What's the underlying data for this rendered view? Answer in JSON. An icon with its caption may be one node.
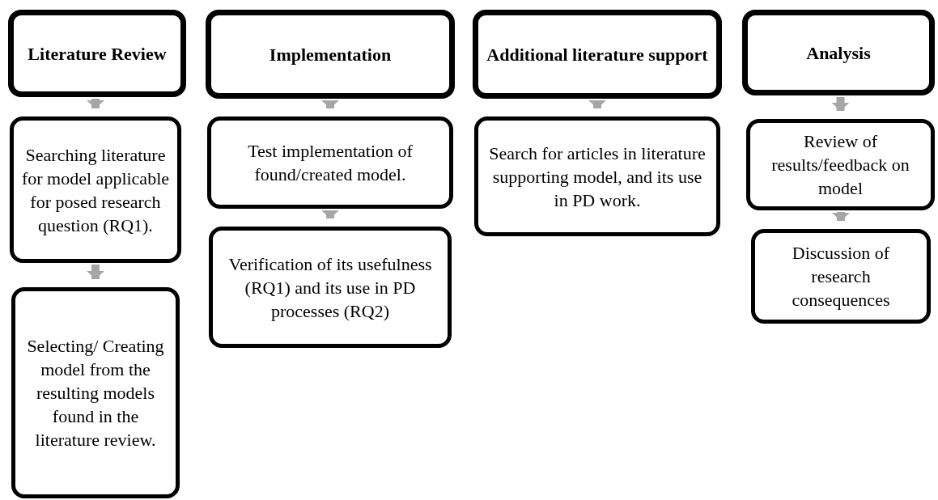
{
  "diagram": {
    "nodes": [
      {
        "text": [
          "Literature Review"
        ]
      },
      {
        "text": [
          "Searching literature for model applicable for posed research question (RQ1)."
        ]
      },
      {
        "text": [
          "Selecting/ Creating model from the resulting models found in the literature review."
        ]
      },
      {
        "text": [
          "Implementation"
        ]
      },
      {
        "text": [
          "Test implementation of found/created model."
        ]
      },
      {
        "text": [
          "Verification of its usefulness (RQ1) and its use in PD processes (RQ2)"
        ]
      },
      {
        "text": [
          "Additional literature support"
        ]
      },
      {
        "text": [
          "Search for articles in literature supporting model, and its use in PD work."
        ]
      },
      {
        "text": [
          "Analysis"
        ]
      },
      {
        "text": [
          "Review of results/feedback on model"
        ]
      },
      {
        "text": [
          "Discussion of research consequences"
        ]
      }
    ],
    "edges": [
      {
        "from": 0,
        "to": 1,
        "arrow": "to"
      },
      {
        "from": 1,
        "to": 2,
        "arrow": "to"
      },
      {
        "from": 3,
        "to": 4,
        "arrow": "to"
      },
      {
        "from": 4,
        "to": 5,
        "arrow": "to"
      },
      {
        "from": 6,
        "to": 7,
        "arrow": "to"
      },
      {
        "from": 8,
        "to": 9,
        "arrow": "to"
      },
      {
        "from": 9,
        "to": 10,
        "arrow": "to"
      }
    ]
  }
}
